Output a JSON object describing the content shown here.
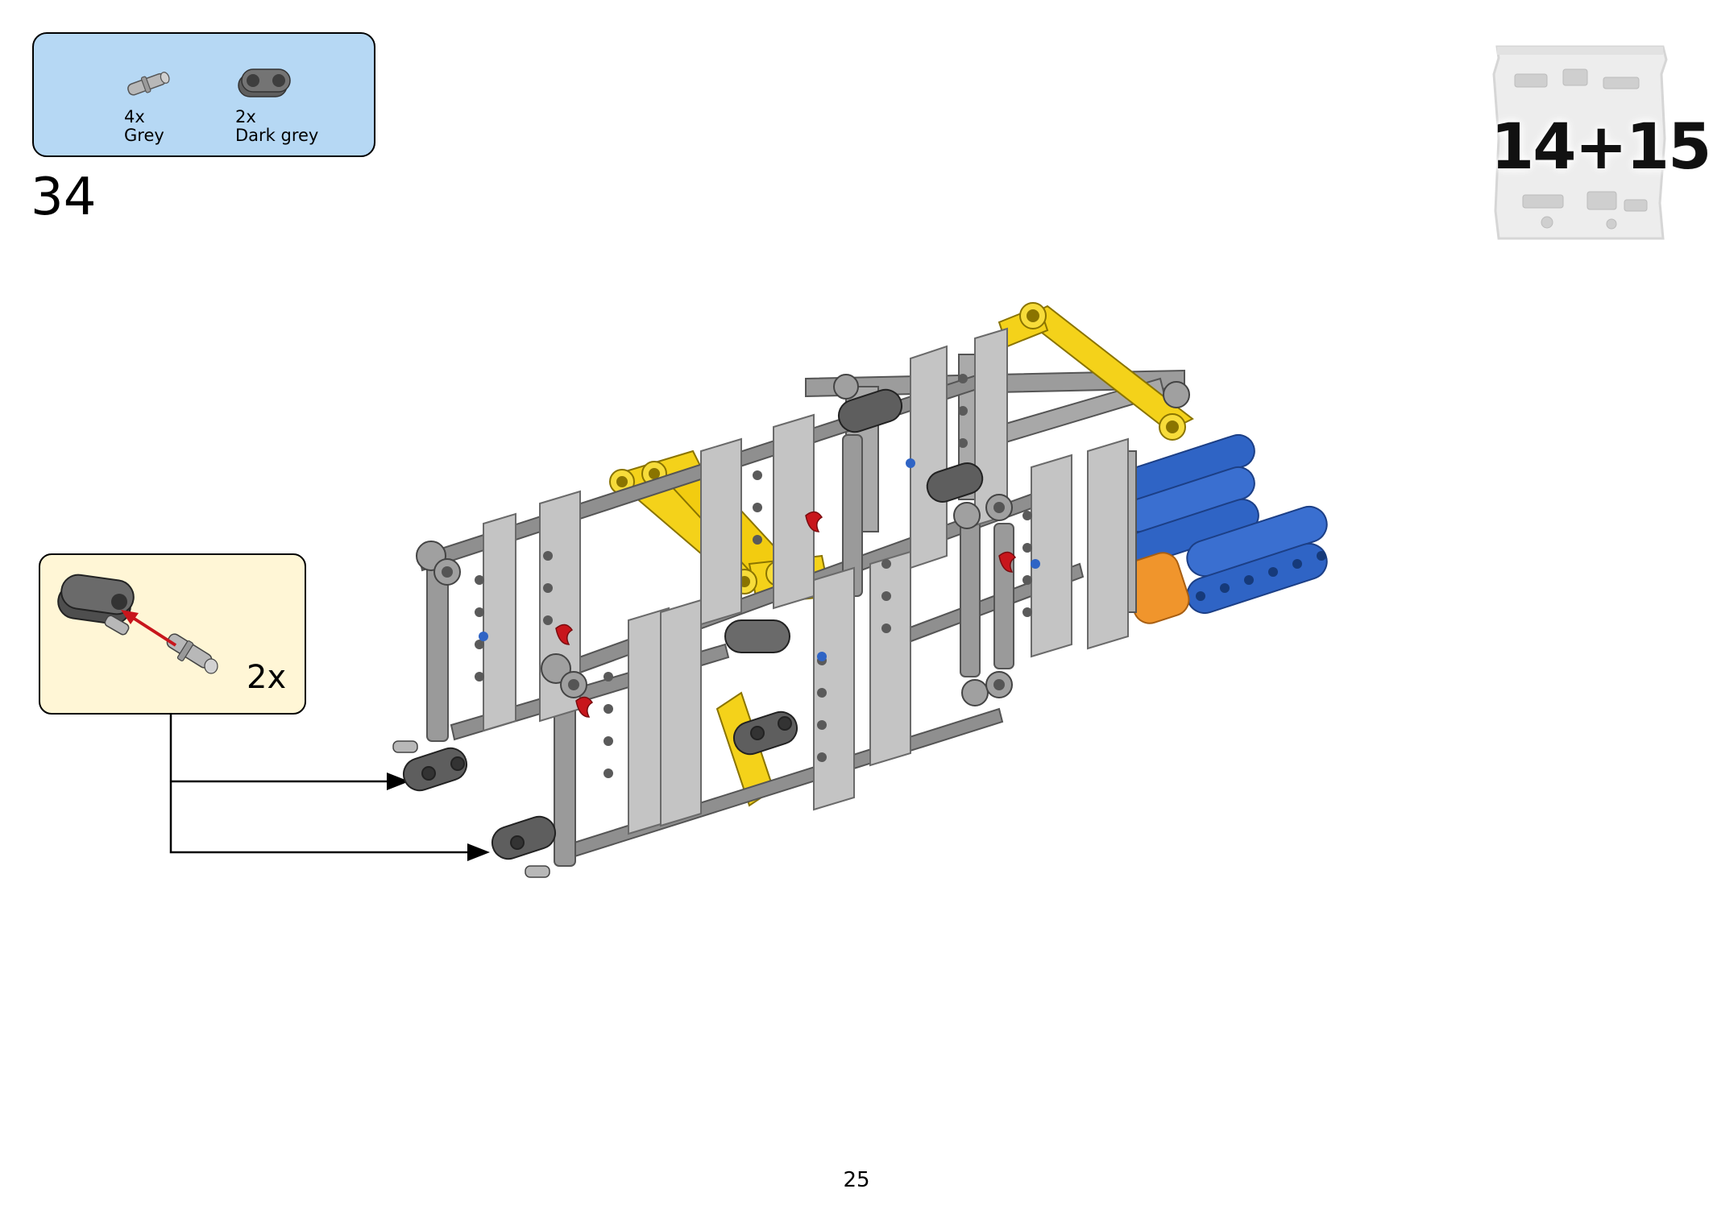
{
  "parts_list": {
    "items": [
      {
        "qty": "4x",
        "color": "Grey",
        "icon": "grey-pin-icon"
      },
      {
        "qty": "2x",
        "color": "Dark grey",
        "icon": "dark-grey-beam-icon"
      }
    ]
  },
  "step": {
    "number": "34"
  },
  "bag": {
    "label": "14+15",
    "icon": "parts-bag-icon"
  },
  "callout": {
    "multiplier": "2x",
    "icons": [
      "dark-grey-beam-icon",
      "grey-pin-icon",
      "red-arrow-icon"
    ]
  },
  "model": {
    "icon": "technic-frame-model"
  },
  "colors": {
    "parts_box": "#b6d8f4",
    "callout_box": "#fff6d6",
    "grey": "#9a9a9a",
    "dark_grey": "#5e5e5e",
    "yellow": "#f4d21a",
    "blue": "#2f64c5",
    "orange": "#f0952c",
    "red": "#c8161c"
  },
  "page": {
    "number": "25"
  }
}
